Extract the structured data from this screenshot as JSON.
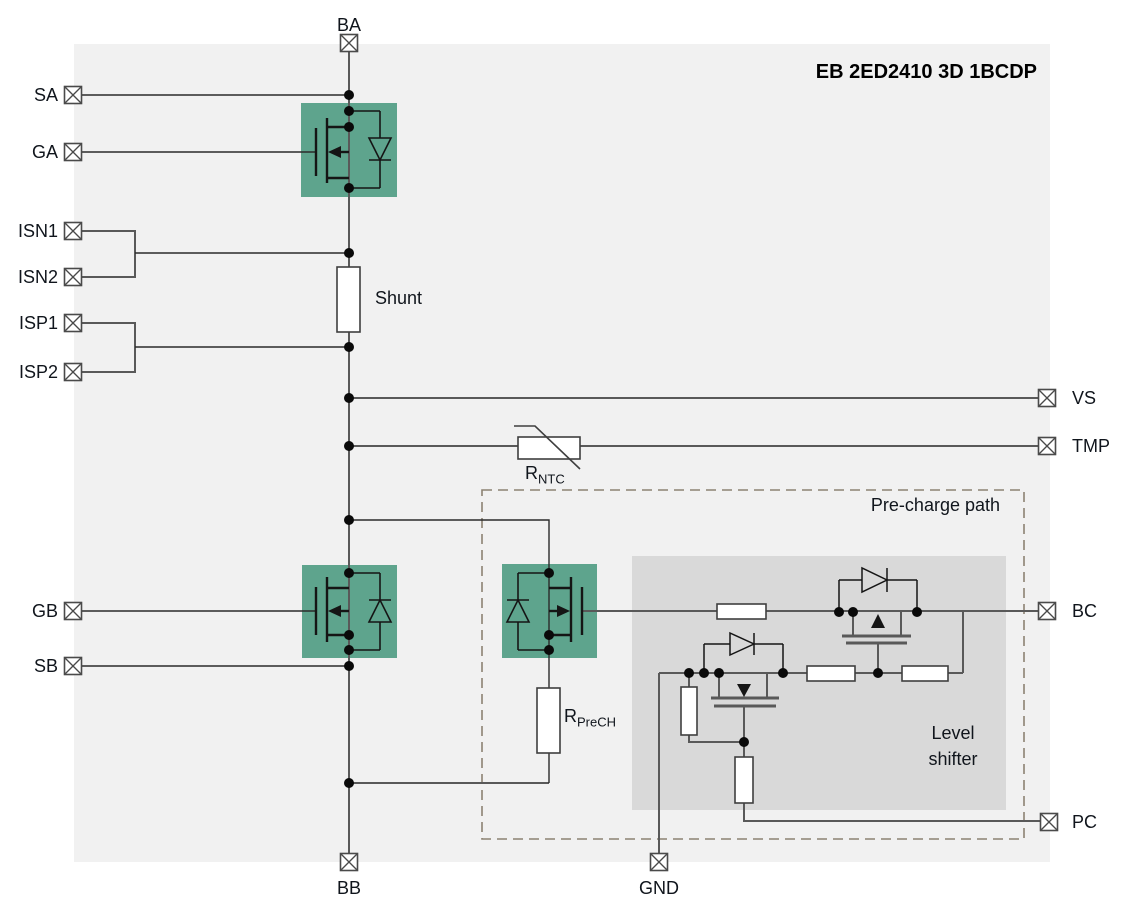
{
  "title": "EB 2ED2410 3D 1BCDP",
  "terminals": {
    "ba": "BA",
    "sa": "SA",
    "ga": "GA",
    "isn1": "ISN1",
    "isn2": "ISN2",
    "isp1": "ISP1",
    "isp2": "ISP2",
    "gb": "GB",
    "sb": "SB",
    "vs": "VS",
    "tmp": "TMP",
    "bc": "BC",
    "pc": "PC",
    "bb": "BB",
    "gnd": "GND"
  },
  "components": {
    "shunt": "Shunt",
    "rntc": {
      "base": "R",
      "sub": "NTC"
    },
    "rprech": {
      "base": "R",
      "sub": "PreCH"
    }
  },
  "regions": {
    "precharge": "Pre-charge path",
    "level_shifter": [
      "Level",
      "shifter"
    ]
  },
  "colors": {
    "mosfet_block": "#5EA48D",
    "board_panel": "#F1F1F1",
    "level_shifter_bg": "#D9D9D9",
    "wire": "#595959",
    "dashed_border": "#8C8272",
    "text": "#10151C"
  }
}
